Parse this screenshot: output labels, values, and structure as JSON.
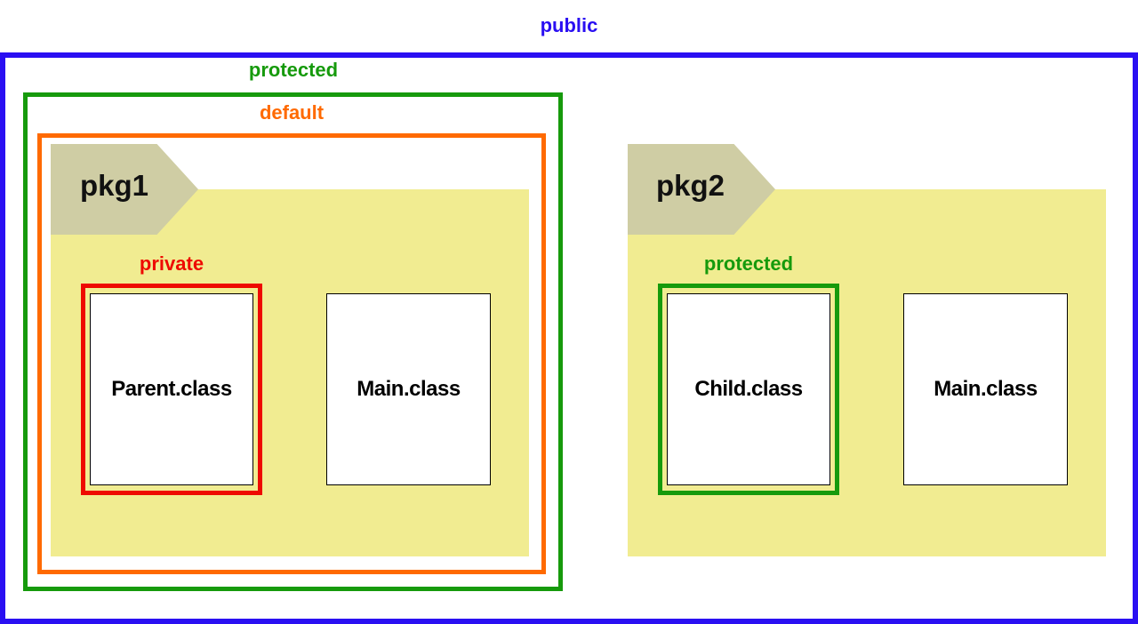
{
  "colors": {
    "public": "#2a0ff2",
    "protected": "#169a0c",
    "default": "#ff6a00",
    "private": "#ee0a00",
    "package_fill": "#f1ec91",
    "package_tab": "#cfcda4"
  },
  "labels": {
    "public": "public",
    "protected_outer": "protected",
    "default": "default",
    "private": "private",
    "protected_child": "protected"
  },
  "packages": {
    "pkg1": {
      "name": "pkg1",
      "classes": [
        "Parent.class",
        "Main.class"
      ]
    },
    "pkg2": {
      "name": "pkg2",
      "classes": [
        "Child.class",
        "Main.class"
      ]
    }
  }
}
